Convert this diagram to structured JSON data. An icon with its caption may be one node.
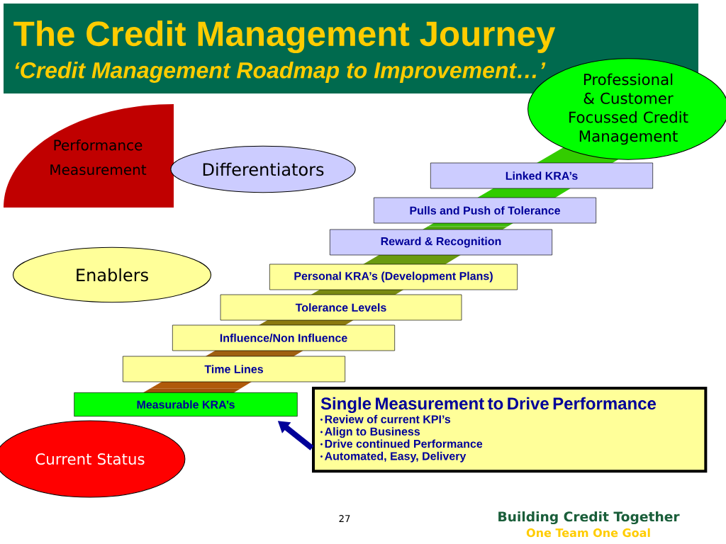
{
  "diagram": {
    "title": "The Credit Management Journey",
    "nodes": [
      {
        "text": [
          "Performance Measurement"
        ]
      },
      {
        "text": [
          "Differentiators"
        ]
      },
      {
        "text": [
          "Enablers"
        ]
      },
      {
        "text": [
          "Professional & Customer Focussed Credit Management"
        ]
      },
      {
        "text": [
          "Linked KRA’s"
        ]
      },
      {
        "text": [
          "Pulls and Push of Tolerance"
        ]
      },
      {
        "text": [
          "Reward & Recognition"
        ]
      },
      {
        "text": [
          "Personal KRA’s (Development Plans)"
        ]
      },
      {
        "text": [
          "Tolerance Levels"
        ]
      },
      {
        "text": [
          "Influence/Non Influence"
        ]
      },
      {
        "text": [
          "Time Lines"
        ]
      },
      {
        "text": [
          "Measurable KRA’s"
        ]
      },
      {
        "text": [
          "Current Status"
        ]
      },
      {
        "text": [
          "Single Measurement to Drive Performance",
          "Review of current KPI’s",
          "Align to Business",
          "Drive continued Performance",
          "Automated, Easy, Delivery"
        ]
      }
    ],
    "edges": [
      {
        "from": 13,
        "to": 11,
        "arrow": "to",
        "color": "#000099"
      }
    ],
    "labels": [
      "‘Credit Management Roadmap to Improvement…’",
      "27",
      "Building Credit Together",
      "One Team One Goal"
    ]
  }
}
